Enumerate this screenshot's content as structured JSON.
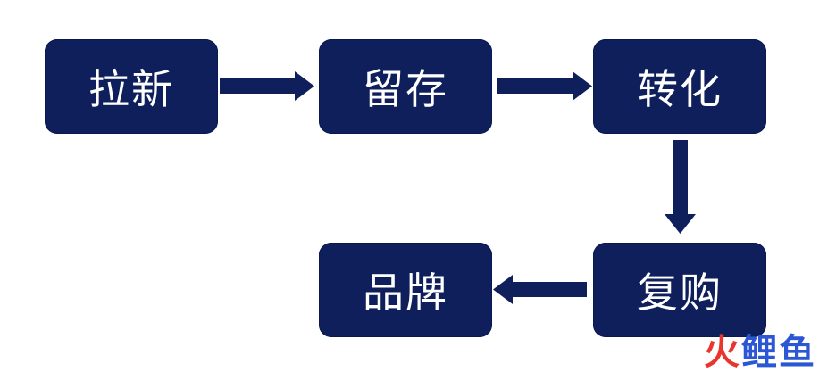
{
  "diagram": {
    "nodes": [
      {
        "id": "n0",
        "label": "拉新"
      },
      {
        "id": "n1",
        "label": "留存"
      },
      {
        "id": "n2",
        "label": "转化"
      },
      {
        "id": "n3",
        "label": "复购"
      },
      {
        "id": "n4",
        "label": "品牌"
      }
    ],
    "edges": [
      {
        "from": "n0",
        "to": "n1"
      },
      {
        "from": "n1",
        "to": "n2"
      },
      {
        "from": "n2",
        "to": "n3"
      },
      {
        "from": "n3",
        "to": "n4"
      }
    ]
  },
  "watermark": {
    "char_1": "火",
    "char_2": "鲤",
    "char_3": "鱼"
  },
  "colors": {
    "node_fill": "#0f1f5c",
    "node_text": "#ffffff",
    "arrow": "#0f1f5c",
    "watermark_red": "#e8362e",
    "watermark_blue": "#2b56d4"
  }
}
